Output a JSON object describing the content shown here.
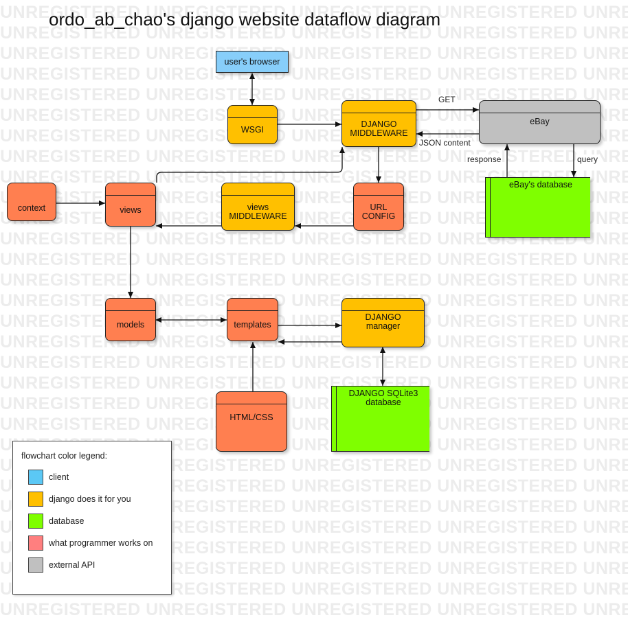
{
  "diagram": {
    "title": "ordo_ab_chao's django website dataflow diagram",
    "watermark_text": "UNREGISTERED",
    "colors": {
      "client": "#87cefa",
      "django": "#ffc000",
      "database": "#7fff00",
      "programmer": "#ff7f50",
      "external_api": "#c0c0c0"
    },
    "nodes": {
      "browser": "user's browser",
      "wsgi": "WSGI",
      "middleware": "DJANGO\nMIDDLEWARE",
      "ebay": "eBay",
      "ebay_db": "eBay's database",
      "context": "context",
      "views": "views",
      "views_middleware": "views\nMIDDLEWARE",
      "url_config": "URL\nCONFIG",
      "models": "models",
      "templates": "templates",
      "manager": "DJANGO\nmanager",
      "html_css": "HTML/CSS",
      "sqlite_db": "DJANGO SQLite3\ndatabase"
    },
    "edge_labels": {
      "get": "GET",
      "json_content": "JSON content",
      "response": "response",
      "query": "query"
    },
    "legend": {
      "title": "flowchart color legend:",
      "items": [
        {
          "label": "client",
          "color": "#5bc8f5"
        },
        {
          "label": "django does it for you",
          "color": "#ffc000"
        },
        {
          "label": "database",
          "color": "#7fff00"
        },
        {
          "label": "what programmer works on",
          "color": "#ff7f7f"
        },
        {
          "label": "external API",
          "color": "#c0c0c0"
        }
      ]
    }
  }
}
